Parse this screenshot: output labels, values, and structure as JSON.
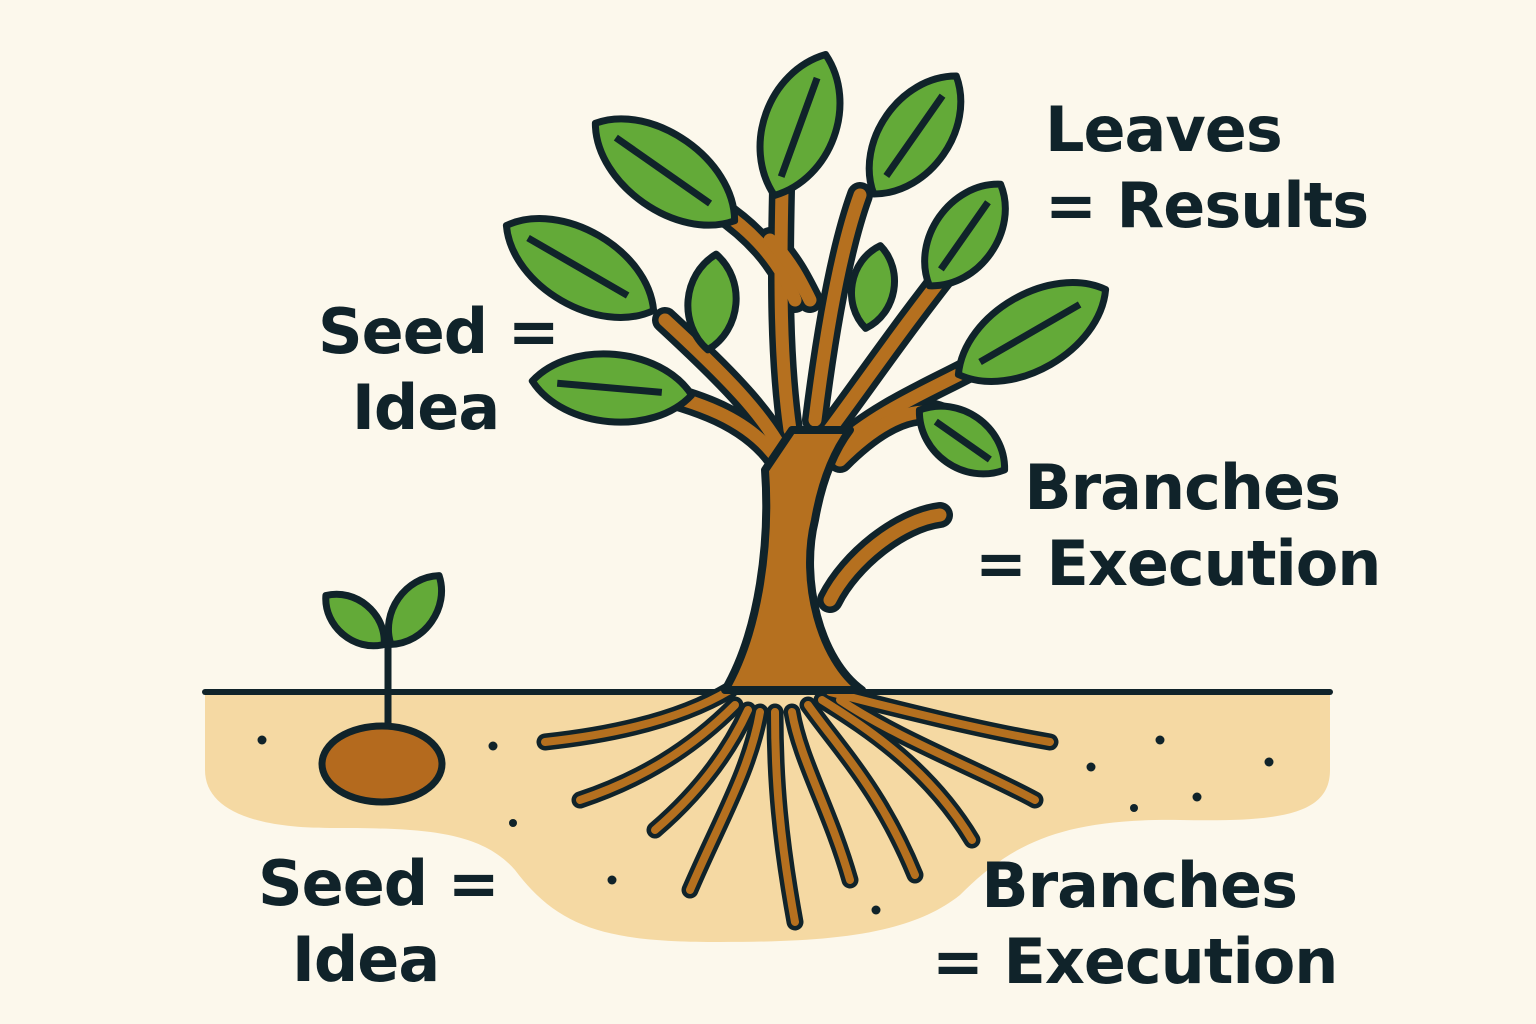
{
  "labels": {
    "leaves": {
      "line1": "Leaves",
      "line2": "= Results"
    },
    "seed_top": {
      "line1": "Seed =",
      "line2": "Idea"
    },
    "branches_top": {
      "line1": "Branches",
      "line2": "= Execution"
    },
    "seed_bottom": {
      "line1": "Seed =",
      "line2": "Idea"
    },
    "branches_bottom": {
      "line1": "Branches",
      "line2": "= Execution"
    }
  },
  "colors": {
    "background": "#fcf8ec",
    "soil": "#f5d9a3",
    "trunk": "#b5701f",
    "leaf": "#63aa38",
    "outline": "#10232a",
    "seed": "#b46a1e"
  }
}
